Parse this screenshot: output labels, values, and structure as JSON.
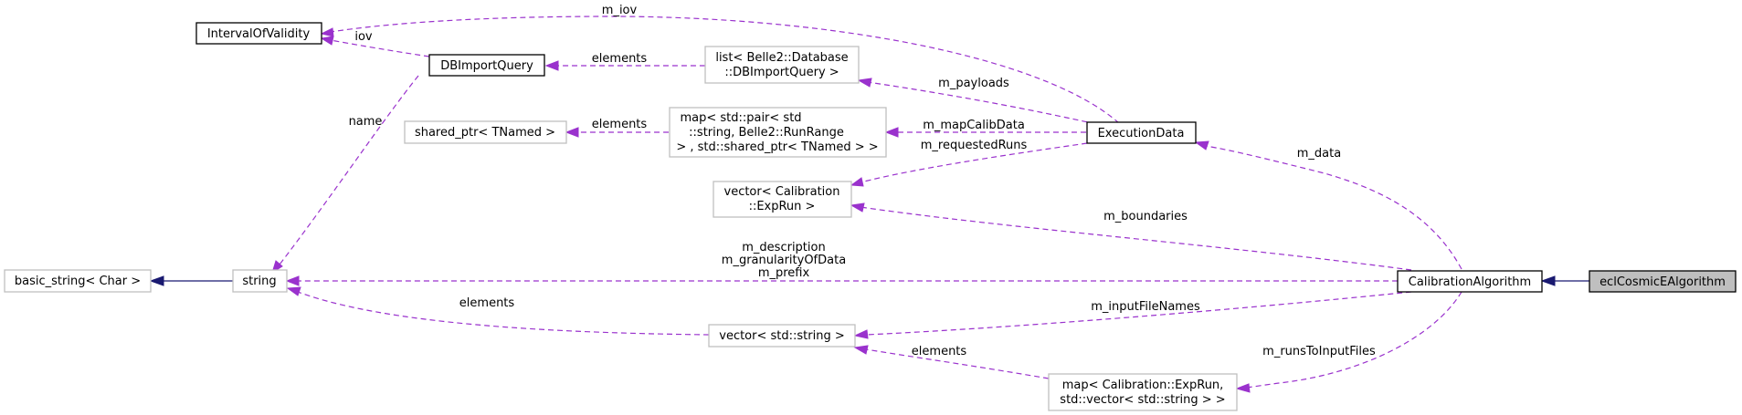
{
  "nodes": {
    "ecl_cosmic": "eclCosmicEAlgorithm",
    "calibration_algorithm": "CalibrationAlgorithm",
    "execution_data": "ExecutionData",
    "interval_of_validity": "IntervalOfValidity",
    "db_import_query": "DBImportQuery",
    "list_db_import_query": [
      "list< Belle2::Database",
      "::DBImportQuery >"
    ],
    "shared_ptr_tnamed": "shared_ptr< TNamed >",
    "map_pair_runrange": [
      "map< std::pair< std",
      "::string, Belle2::RunRange",
      "> , std::shared_ptr< TNamed > >"
    ],
    "vector_exprun": [
      "vector< Calibration",
      "::ExpRun >"
    ],
    "basic_string": "basic_string< Char >",
    "string": "string",
    "vector_string": "vector< std::string >",
    "map_exprun_vector": [
      "map< Calibration::ExpRun,",
      "std::vector< std::string > >"
    ]
  },
  "edge_labels": {
    "m_iov": "m_iov",
    "iov": "iov",
    "elements_list": "elements",
    "m_payloads": "m_payloads",
    "name": "name",
    "elements_shared": "elements",
    "m_mapCalibData": "m_mapCalibData",
    "m_requestedRuns": "m_requestedRuns",
    "m_data": "m_data",
    "m_boundaries": "m_boundaries",
    "string_members": [
      "m_description",
      "m_granularityOfData",
      "m_prefix"
    ],
    "elements_vector": "elements",
    "m_inputFileNames": "m_inputFileNames",
    "elements_map": "elements",
    "m_runsToInputFiles": "m_runsToInputFiles"
  },
  "colors": {
    "usage_edge": "#9a32cd",
    "inheritance_edge": "#191970",
    "external_node_border": "#bfbfbf",
    "focus_node_fill": "#bfbfbf"
  }
}
